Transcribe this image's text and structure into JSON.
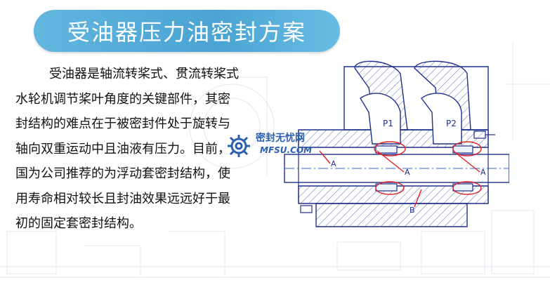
{
  "header": {
    "title": "受油器压力油密封方案"
  },
  "body": {
    "lines": [
      "受油器是轴流转桨式、贯流转桨式",
      "水轮机调节桨叶角度的关键部件，其密",
      "封结构的难点在于被密封件处于旋转与",
      "轴向双重运动中且油液有压力。目前，",
      "国为公司推荐的为浮动套密封结构，使",
      "用寿命相对较长且封油效果远远好于最",
      "初的固定套密封结构。"
    ]
  },
  "diagram": {
    "labels": {
      "p1": "P1",
      "p2": "P2",
      "a": "A",
      "b": "B"
    },
    "colors": {
      "line": "#1f2f8a",
      "callout": "#e0202a",
      "centerline": "#3a6ad8"
    }
  },
  "watermark": {
    "cn": "密封无忧网",
    "en": "MFSU.COM"
  }
}
